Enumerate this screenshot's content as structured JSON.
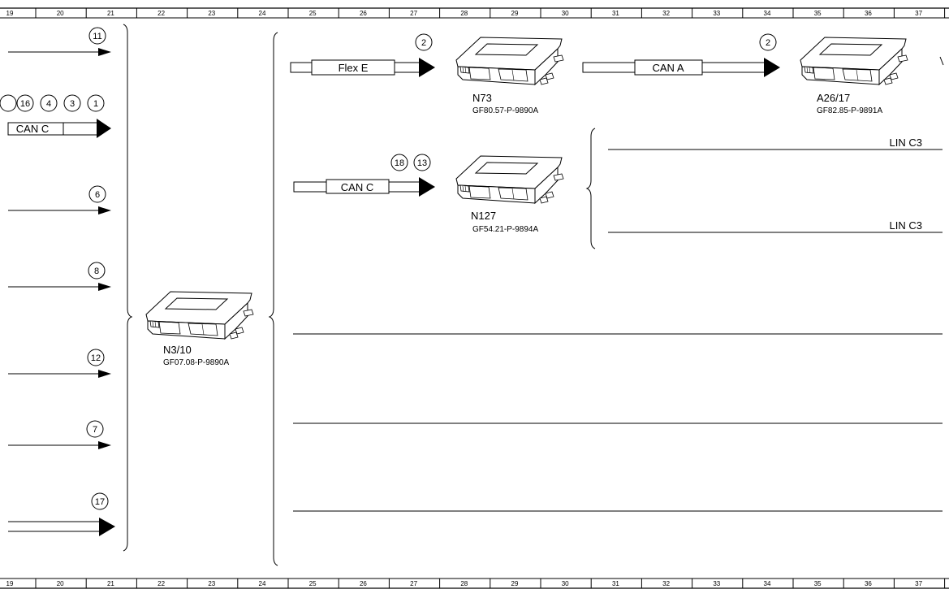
{
  "ruler": {
    "columns": [
      "19",
      "20",
      "21",
      "22",
      "23",
      "24",
      "25",
      "26",
      "27",
      "28",
      "29",
      "30",
      "31",
      "32",
      "33",
      "34",
      "35",
      "36",
      "37"
    ]
  },
  "left_inputs": [
    {
      "circles": [
        "11"
      ],
      "type": "single"
    },
    {
      "circles": [
        "16",
        "4",
        "3",
        "1"
      ],
      "type": "bus",
      "bus_label": "CAN C"
    },
    {
      "circles": [
        "6"
      ],
      "type": "single"
    },
    {
      "circles": [
        "8"
      ],
      "type": "single"
    },
    {
      "circles": [
        "12"
      ],
      "type": "single"
    },
    {
      "circles": [
        "7"
      ],
      "type": "single"
    },
    {
      "circles": [
        "17"
      ],
      "type": "double"
    }
  ],
  "ecus": {
    "n3_10": {
      "name": "N3/10",
      "ref": "GF07.08-P-9890A"
    },
    "n73": {
      "name": "N73",
      "ref": "GF80.57-P-9890A"
    },
    "a26_17": {
      "name": "A26/17",
      "ref": "GF82.85-P-9891A"
    },
    "n127": {
      "name": "N127",
      "ref": "GF54.21-P-9894A"
    }
  },
  "buses": {
    "flex_e": {
      "label": "Flex E",
      "circles": [
        "2"
      ]
    },
    "can_a": {
      "label": "CAN A",
      "circles": [
        "2"
      ]
    },
    "can_c_n127": {
      "label": "CAN C",
      "circles": [
        "18",
        "13"
      ]
    }
  },
  "lin": {
    "line1": "LIN C3",
    "line2": "LIN C3"
  },
  "colors": {
    "line": "#000000",
    "background": "#ffffff"
  }
}
